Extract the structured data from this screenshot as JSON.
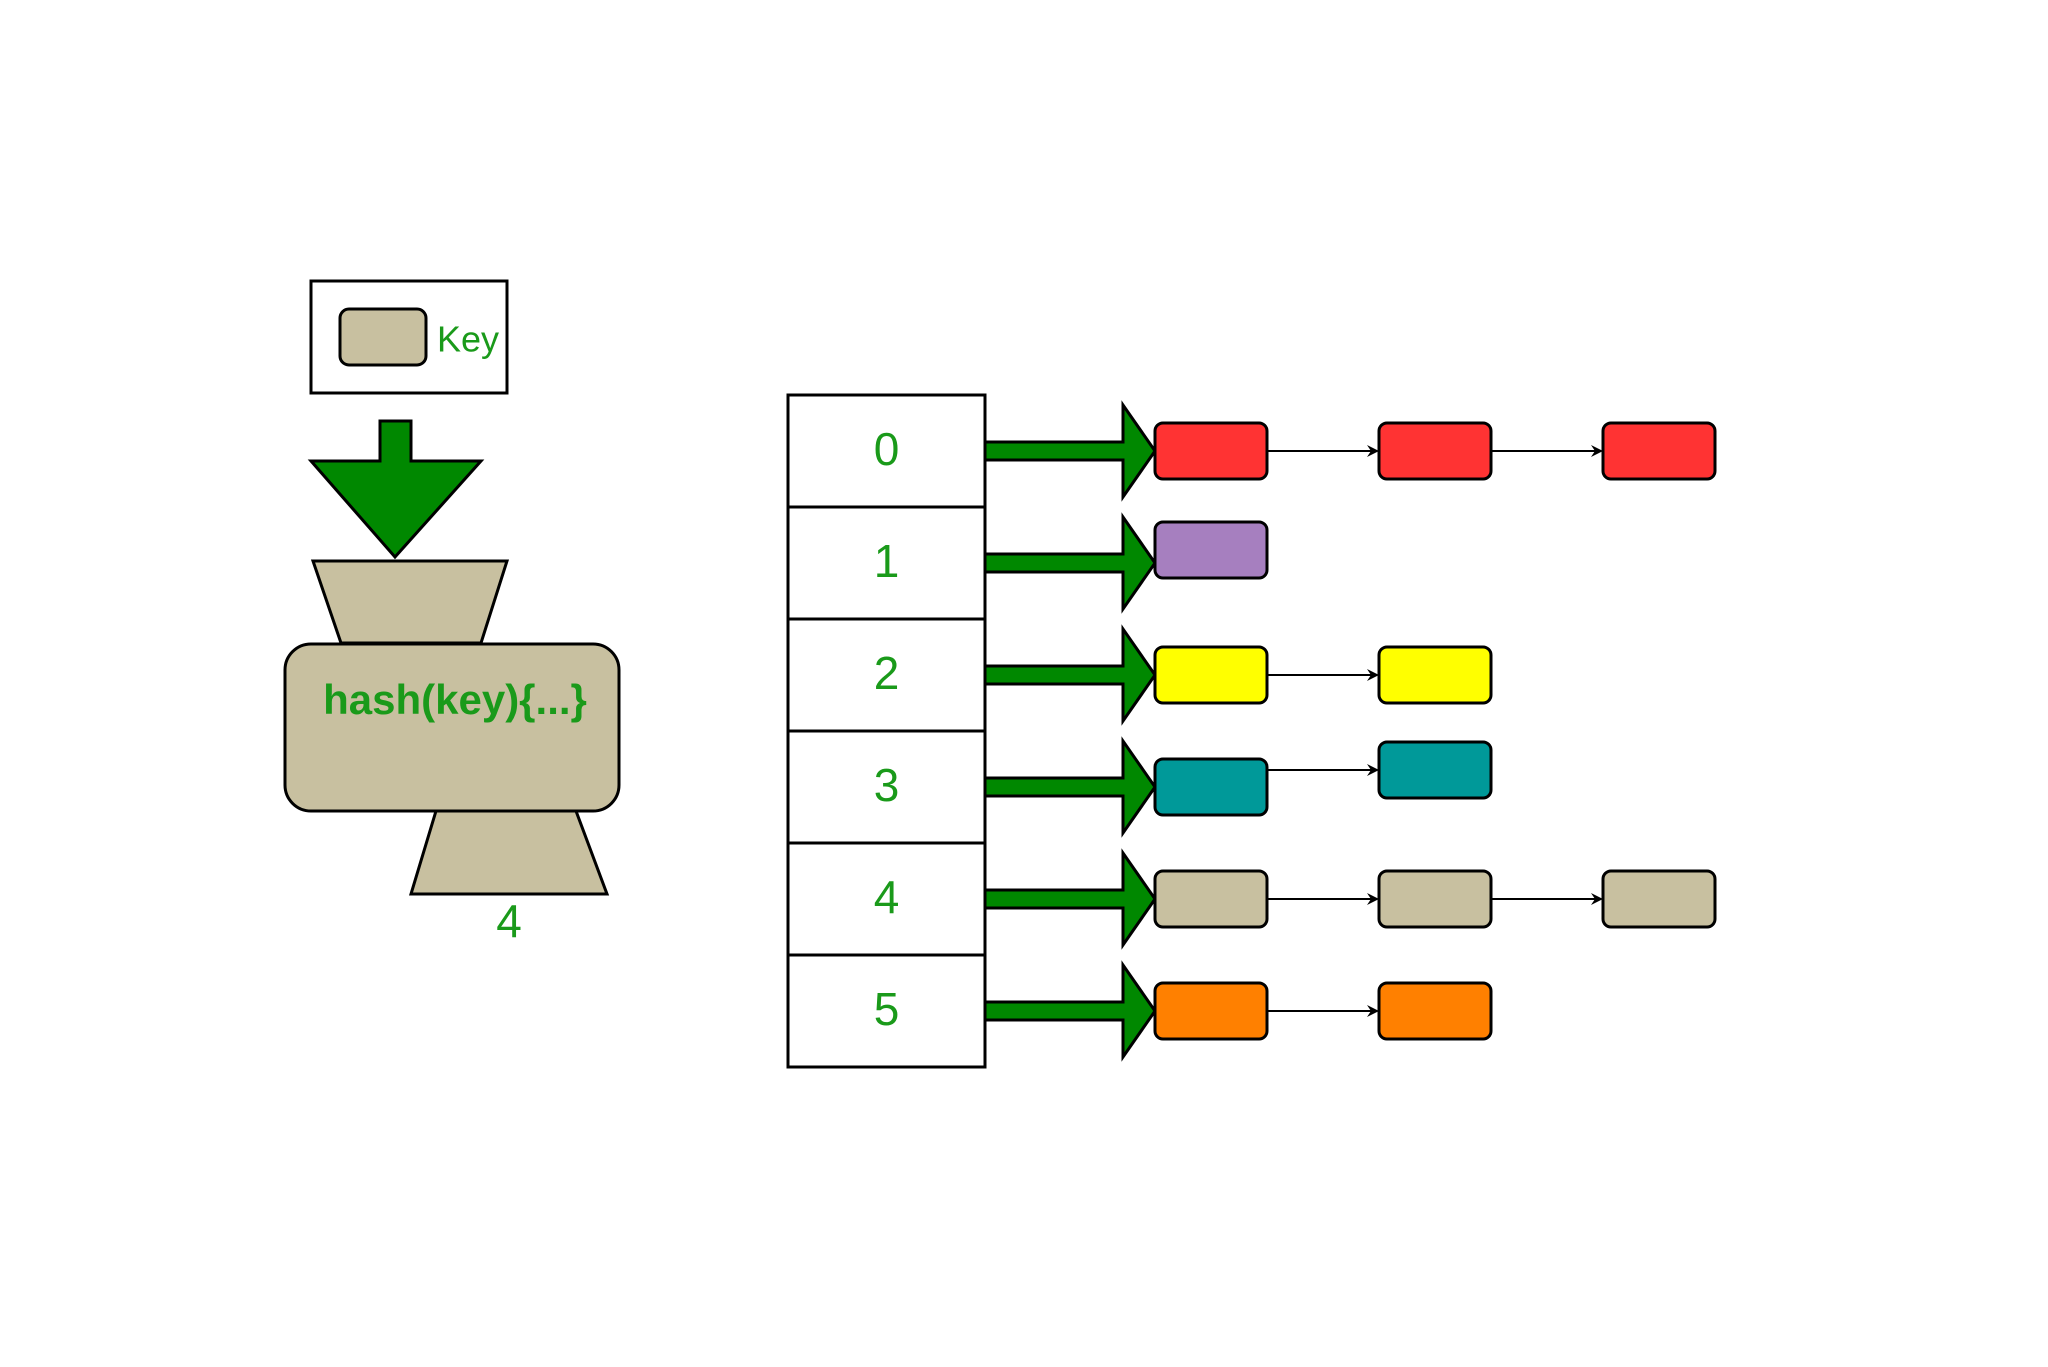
{
  "key_box": {
    "label": "Key",
    "color": "#c8c0a0"
  },
  "hash_function": {
    "label": "hash(key){...}",
    "output": "4",
    "color": "#c8c0a0"
  },
  "accent_color": "#008800",
  "label_color": "#1a9a1a",
  "buckets": [
    {
      "index": "0",
      "nodes": [
        "#ff3333",
        "#ff3333",
        "#ff3333"
      ]
    },
    {
      "index": "1",
      "nodes": [
        "#a67fbf"
      ]
    },
    {
      "index": "2",
      "nodes": [
        "#ffff00",
        "#ffff00"
      ]
    },
    {
      "index": "3",
      "nodes": [
        "#009999",
        "#009999"
      ]
    },
    {
      "index": "4",
      "nodes": [
        "#c8c0a0",
        "#c8c0a0",
        "#c8c0a0"
      ]
    },
    {
      "index": "5",
      "nodes": [
        "#ff8000",
        "#ff8000"
      ]
    }
  ]
}
